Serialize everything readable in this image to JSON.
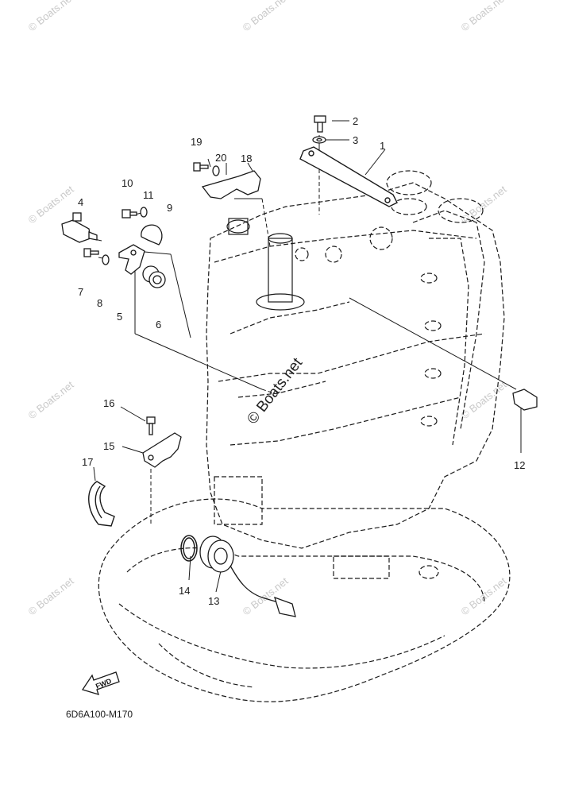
{
  "diagram": {
    "part_code": "6D6A100-M170",
    "fwd_label": "FWD",
    "watermark_text": "© Boats.net",
    "center_watermark": "© Boats.net",
    "callouts": [
      "1",
      "2",
      "3",
      "4",
      "5",
      "6",
      "7",
      "8",
      "9",
      "10",
      "11",
      "12",
      "13",
      "14",
      "15",
      "16",
      "17",
      "18",
      "19",
      "20"
    ]
  },
  "colors": {
    "line": "#1a1a1a",
    "watermark": "#c9c9c9",
    "background": "#ffffff"
  }
}
